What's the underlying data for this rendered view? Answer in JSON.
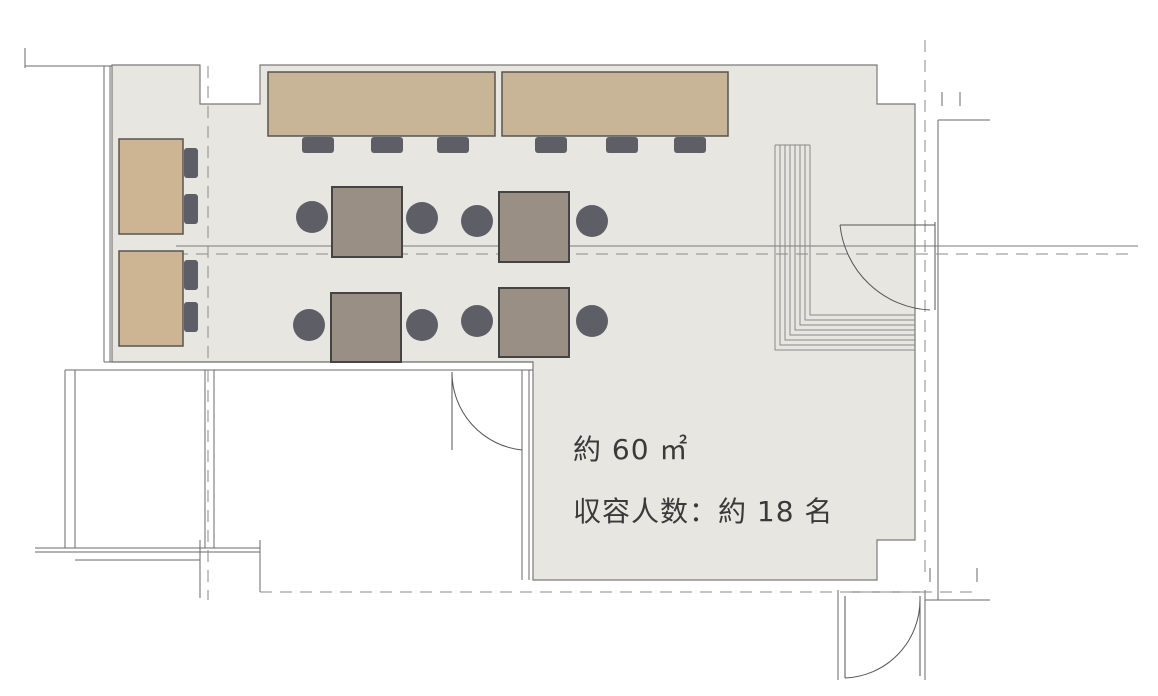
{
  "labels": {
    "area": "約 60 ㎡",
    "capacity": "収容人数：約 18 名"
  },
  "colors": {
    "floor": "#e8e6e0",
    "counter": "#c8b497",
    "side_table": "#cdb593",
    "square_table": "#9a8f85",
    "chair": "#5e5e66",
    "line": "#6a6a6a",
    "stair": "#8a8a8a"
  },
  "furniture": {
    "long_counters": 2,
    "counter_stools_per_counter": 3,
    "side_tables": 2,
    "square_tables": 4
  }
}
